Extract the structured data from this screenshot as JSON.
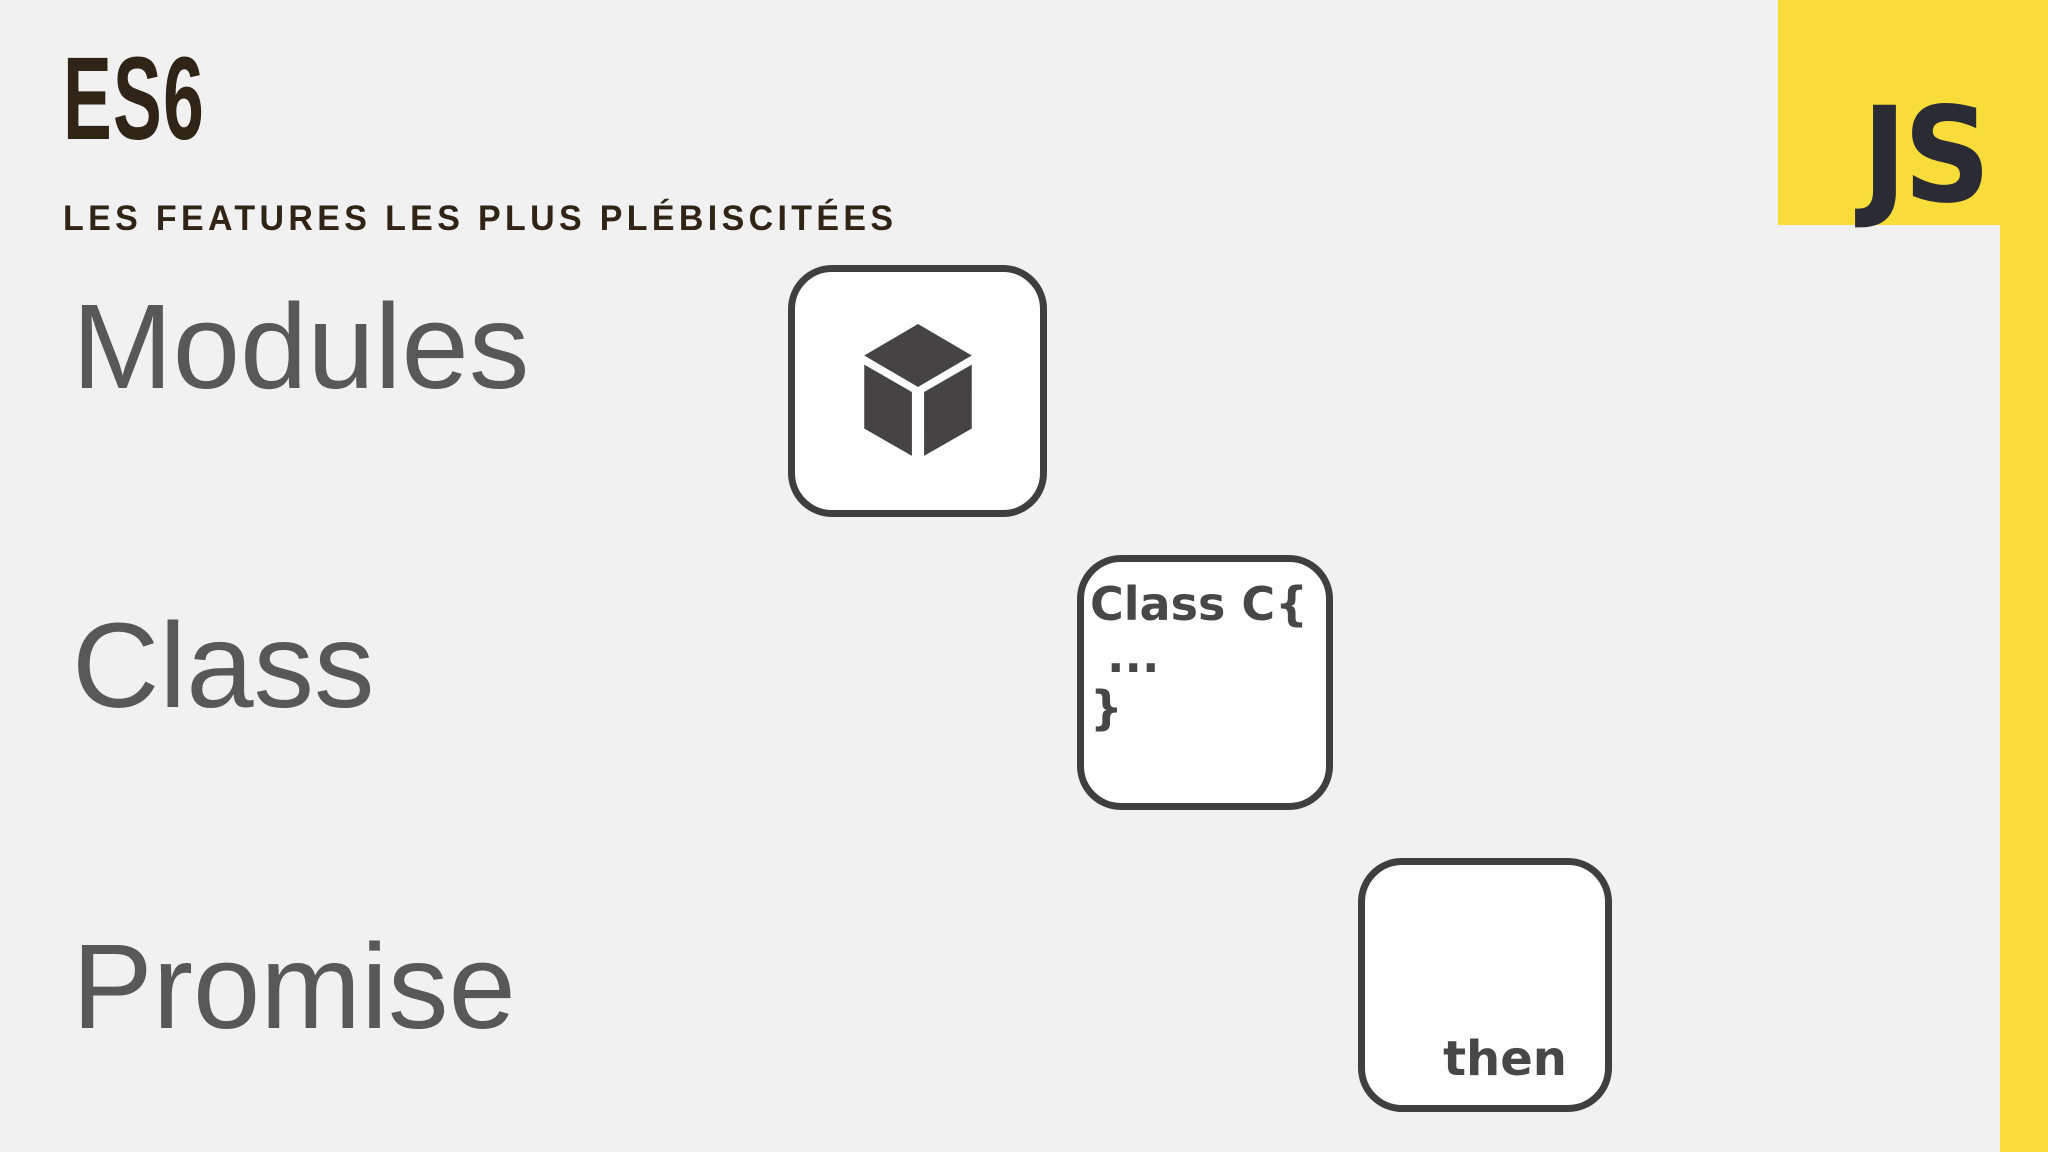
{
  "header": {
    "title": "ES6",
    "subtitle": "LES FEATURES LES PLUS PLÉBISCITÉES"
  },
  "logo": {
    "text": "JS",
    "icon": "js-logo-badge"
  },
  "features": [
    {
      "label": "Modules",
      "icon": "cube-icon"
    },
    {
      "label": "Class",
      "icon": "class-code-card",
      "card_lines": [
        "Class C{",
        "...",
        "}"
      ]
    },
    {
      "label": "Promise",
      "icon": "then-card",
      "card_label": "then"
    }
  ],
  "colors": {
    "background": "#f2f1f2",
    "accent_yellow": "#f7dc3a",
    "logo_text": "#2b2b33",
    "title_brown": "#2f2415",
    "label_gray": "#585858",
    "card_border": "#3f3f3f",
    "card_text": "#474747"
  }
}
